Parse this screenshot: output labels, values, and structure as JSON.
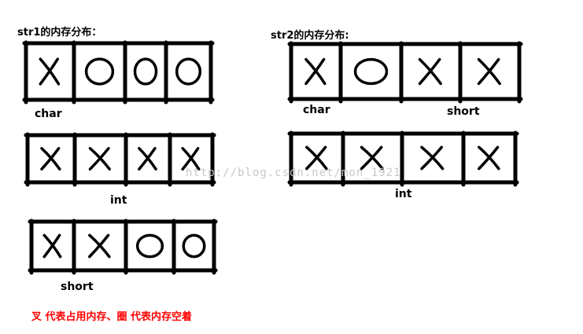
{
  "str1": {
    "title": "str1的内存分布：",
    "rows": [
      {
        "label": "char",
        "cells": [
          "x",
          "o",
          "o",
          "o"
        ]
      },
      {
        "label": "int",
        "cells": [
          "x",
          "x",
          "x",
          "x"
        ]
      },
      {
        "label": "short",
        "cells": [
          "x",
          "x",
          "o",
          "o"
        ]
      }
    ]
  },
  "str2": {
    "title": "str2的内存分布:",
    "row1": {
      "cells": [
        "x",
        "o",
        "x",
        "x"
      ],
      "label_char": "char",
      "label_short": "short"
    },
    "row2": {
      "cells": [
        "x",
        "x",
        "x",
        "x"
      ],
      "label": "int"
    }
  },
  "legend": "叉 代表占用内存、圈 代表内存空着",
  "watermark": "http://blog.csdn.net/mon_1921",
  "colors": {
    "stroke": "#000000",
    "legend": "#ff0000",
    "watermark": "#c8c8c8"
  }
}
